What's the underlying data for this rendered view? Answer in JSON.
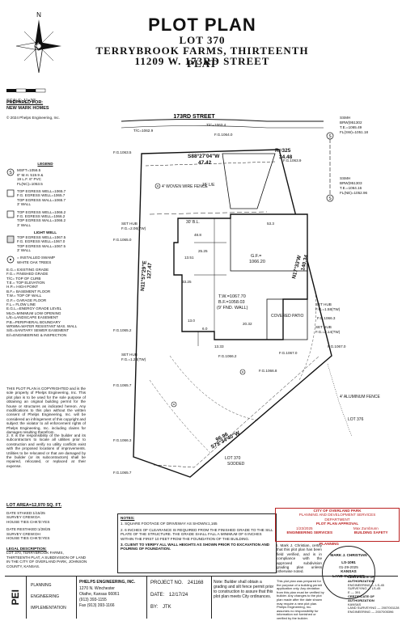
{
  "header": {
    "title": "PLOT PLAN",
    "lot": "LOT 370",
    "subdivision": "TERRYBROOK FARMS, THIRTEENTH PLAT",
    "address": "11209 W. 173RD STREET"
  },
  "north": {
    "label": "N"
  },
  "scale": {
    "label": "SCALE: 1\"=20'"
  },
  "prepared_for": {
    "label": "PREPARED FOR:",
    "name": "NEW MARK HOMES"
  },
  "copyright": "© 2024 Phelps Engineering, Inc.",
  "legend": {
    "title": "LEGEND",
    "msft": "MSFT=1056.5",
    "sanitary": [
      "6\" M.H. 519.9 &",
      "19 L.F. 6\" PVC",
      "FL(NC)=1053.5"
    ],
    "egress1": [
      "TOP EGRESS WELL=1065.7",
      "F.G. EGRESS WELL=1065.7",
      "TOP EGRESS WALL=1065.7",
      "3' WALL"
    ],
    "egress2": [
      "TOP EGRESS WELL=1066.2",
      "F.G. EGRESS WELL=1066.2",
      "TOP EGRESS WALL=1066.2",
      "3' WALL"
    ],
    "light_well_title": "LIGHT WELL",
    "light_well": [
      "TOP EGRESS WELL=1067.5",
      "F.G. EGRESS WELL=1067.0",
      "TOP EGRESS WALL=1067.5",
      "3' WALL"
    ],
    "trees": [
      "= INSTALLED SWAMP",
      "WHITE OAK TREES"
    ],
    "abbr": [
      "E.G.= EXISTING GRADE",
      "F.G.= FINISHED GRADE",
      "T/C= TOP OF CURB",
      "T.E.= TOP ELEVATION",
      "H.P.= HIGH POINT",
      "B.F.= BASEMENT FLOOR",
      "T.W.= TOP OF WALL",
      "G.F.= GARAGE FLOOR",
      "F.L.= FLOW LINE",
      "E.G.L.=ENERGY GRADE LEVEL",
      "MLO=MINIMUM LOW OPENING",
      "L/E=LANDSCAPE EASEMENT",
      "P.B.=PERIPHERAL BOUNDARY",
      "WRWM=WATER RESISTANT MAS. WALL",
      "S/E=SANITARY SEWER EASEMENT",
      "E/I=ENGINEERING & INSPECTION"
    ]
  },
  "copyright_note": "THIS PLOT PLAN is COPYRIGHTED and is the sole property of Phelps Engineering, Inc. This plot plan is to be used for the sole purpose of obtaining an original building permit for the house or structures as indicated hereon. Any modifications to this plan without the written consent of Phelps Engineering, Inc. will be considered an infringement of this copyright and subject the violator to all enforcement rights of Phelps Engineering, Inc. including claims for damages resulting therefrom.",
  "builder_note": "2. It is the responsibility of the builder and its subcontractors to locate all utilities prior to construction and verify no utility conflicts exist with the proposed locations of improvements. Utilities to be relocated or that are damaged by the builder (or its subcontractors) shall be repaired, relocated, or replaced at their expense.",
  "lot_area": "LOT AREA=12,970 SQ. FT.",
  "dates": [
    "DATE STAKED:1/15/25",
    "SURVEY CREW:DA",
    "HOUSE TIES CHK'D:YES",
    "",
    "DATE RESTAKED:1/28/25",
    "SURVEY CREW:DH",
    "HOUSE TIES CHK'D:YES"
  ],
  "legal": {
    "title": "LEGAL DESCRIPTION:",
    "text": "LOT 370, TERRYBROOK FARMS, THIRTEENTH PLAT, A SUBDIVISION OF LAND IN THE CITY OF OVERLAND PARK, JOHNSON COUNTY, KANSAS."
  },
  "plan": {
    "street": "173RD STREET",
    "bearing_top": "S88°27'04\"W",
    "dist_top": "47.42",
    "curve_r": "R=325",
    "curve_l": "34.48",
    "bearing_right": "N17°33'W",
    "dist_right": "140.34",
    "bearing_left": "N11°57'29\"E",
    "dist_left": "127.47",
    "bearing_bottom": "S79°34'40\"W",
    "dist_bottom": "96.96",
    "lot_num": "LOT 370",
    "lot_sodded": "SODDED",
    "gf": "G.F.=",
    "gf_val": "1066.20",
    "tw": "T.W.=1067.70",
    "bf": "B.F.=1058.03",
    "bf_note": "(9' FND. WALL)",
    "patio": "COVERED PATIO",
    "lot_right": "LOT 376",
    "fence": "4' ALUMINUM FENCE",
    "le": "15' L/E",
    "ue": "15' U/E",
    "setback_front": "30' B.L.",
    "ssmh1": [
      "SSMH",
      "BRW(951302",
      "T.E.=1065.49",
      "FL(SW)=1051.18"
    ],
    "ssmh2": [
      "SSMH",
      "BRW(951303",
      "T.E.=1064.16",
      "FL(NE)=1052.96"
    ],
    "grades": [
      "T/C=1062.9",
      "T/C=1063.4",
      "F.G.1063.5",
      "F.G.1064.0",
      "F.G.1065.0",
      "F.G.1063.9",
      "F.G.1065.2",
      "F.G.1066.3",
      "F.G.1067.0",
      "F.G.1066.8",
      "F.G.1065.7",
      "F.G.1066.2",
      "F.G.1067.0",
      "F.G.1066.3",
      "F.G.1065.7"
    ],
    "set_hub1": [
      "SET HUB",
      "F.G.=2.06(TW)"
    ],
    "set_hub2": [
      "SET HUB",
      "F.G.=1.58(TW)"
    ],
    "set_hub3": [
      "SET HUB",
      "F.G.=1.28(TW)"
    ],
    "set_hub4": [
      "SET HUB",
      "F.G.=2.14(TW)"
    ],
    "fence_left": "4' WOVEN WIRE FENCE",
    "dims": [
      "48.8",
      "53.3",
      "25.25",
      "33.25",
      "13.51",
      "13.0",
      "20.32",
      "6.0",
      "13.33"
    ]
  },
  "notes": {
    "title": "NOTES:",
    "items": [
      "1. SQUARE FOOTAGE OF DRIVEWAY AS SHOWN:1,165",
      "2. 6 INCHES OF CLEARANCE IS REQUIRED FROM THE FINISHED GRADE TO THE SILL PLATE OF THE STRUCTURE. THE GRADE SHALL FALL A MINIMUM OF 6 INCHES WITHIN THE FIRST 10 FEET FROM THE FOUNDATION OF THE BUILDING.",
      "3. CLIENT TO VERIFY ALL WALL HEIGHTS AS SHOWN PRIOR TO EXCAVATION AND POURING OF FOUNDATION."
    ]
  },
  "approval": {
    "title1": "CITY OF OVERLAND PARK",
    "title2": "PLANNING AND DEVELOPMENT SERVICES",
    "title3": "DEPARTMENT",
    "title4": "PLOT PLAN APPROVAL",
    "date": "1/23/2025",
    "reviewer": "Max Zumbrunn",
    "eng": "ENGINEERING SERVICES",
    "bldg": "BUILDING SAFETY",
    "planning": "PLANNING"
  },
  "surveyor_cert": "I, Mark J. Christian, certify that this plot plan has been field verified, and is in compliance with the approved subdivision grading plan unless otherwise noted.",
  "stamp": {
    "name": "MARK J. CHRISTIAN",
    "num": "LS-1091",
    "date": "01-29-2025",
    "state": "KANSAS",
    "role": "LAND SURVEYOR"
  },
  "certificate": {
    "title": "CERTIFICATE OF AUTHORIZATION",
    "lines": [
      "ENGINEERING — LS-45",
      "SURVEYING — LS-45",
      "E — 391",
      "CERTIFICATE OF AUTHORIZATION",
      "KANSAS",
      "LAND SURVEYING — 2007001128",
      "ENGINEERING — 2007005396"
    ]
  },
  "titleblock": {
    "logo": "PEI",
    "disciplines": [
      "PLANNING",
      "ENGINEERING",
      "IMPLEMENTATION"
    ],
    "company": "PHELPS ENGINEERING, INC.",
    "address1": "1270 N. Winchester",
    "address2": "Olathe, Kansas 66061",
    "phone": "(913) 393-1155",
    "fax": "Fax (913) 393-1166",
    "project_label": "PROJECT NO.",
    "project_no": "241168",
    "date_label": "DATE:",
    "date": "12/17/24",
    "by_label": "BY:",
    "by": "JTK",
    "builder_note": "Note: Builder shall obtain a grading and silt fence permit prior to construction to assure that this plot plan meets City ordinances.",
    "valid_note": "This plot plan was prepared for the purpose of a building permit application only. Any deviation from this plan must be verified by builder. Any changes to the plot plan made after the date shown may require a new plot plan. Phelps Engineering, Inc. assumes no responsibility for information not furnished or verified by the builder."
  }
}
